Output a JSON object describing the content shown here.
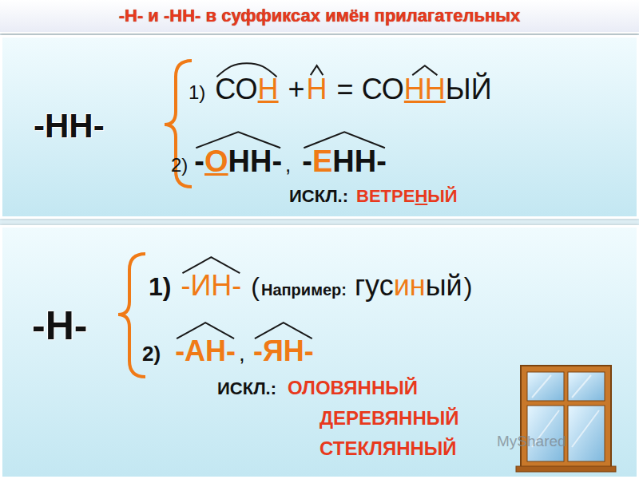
{
  "diagram": {
    "title": "-Н- и -НН- в суффиксах имён прилагательных",
    "nodes": [
      {
        "text": [
          "-НН-",
          "1)",
          "СО",
          "Н",
          "+",
          "Н",
          "=",
          "СО",
          "НН",
          "ЫЙ",
          "2)",
          "-",
          "О",
          "НН-",
          ",",
          "-",
          "Е",
          "НН-",
          "ИСКЛ.:",
          "ВЕТРЕ",
          "Н",
          "ЫЙ"
        ]
      },
      {
        "text": [
          "-Н-",
          "1)",
          "-ИН-",
          "(",
          "Например:",
          "гус",
          "ин",
          "ый",
          ")",
          "2)",
          "-АН-",
          ",",
          "-ЯН-",
          "ИСКЛ.:",
          "ОЛОВЯННЫЙ",
          "ДЕРЕВЯННЫЙ",
          "СТЕКЛЯННЫЙ"
        ]
      }
    ],
    "labels": [
      "MyShared"
    ]
  }
}
